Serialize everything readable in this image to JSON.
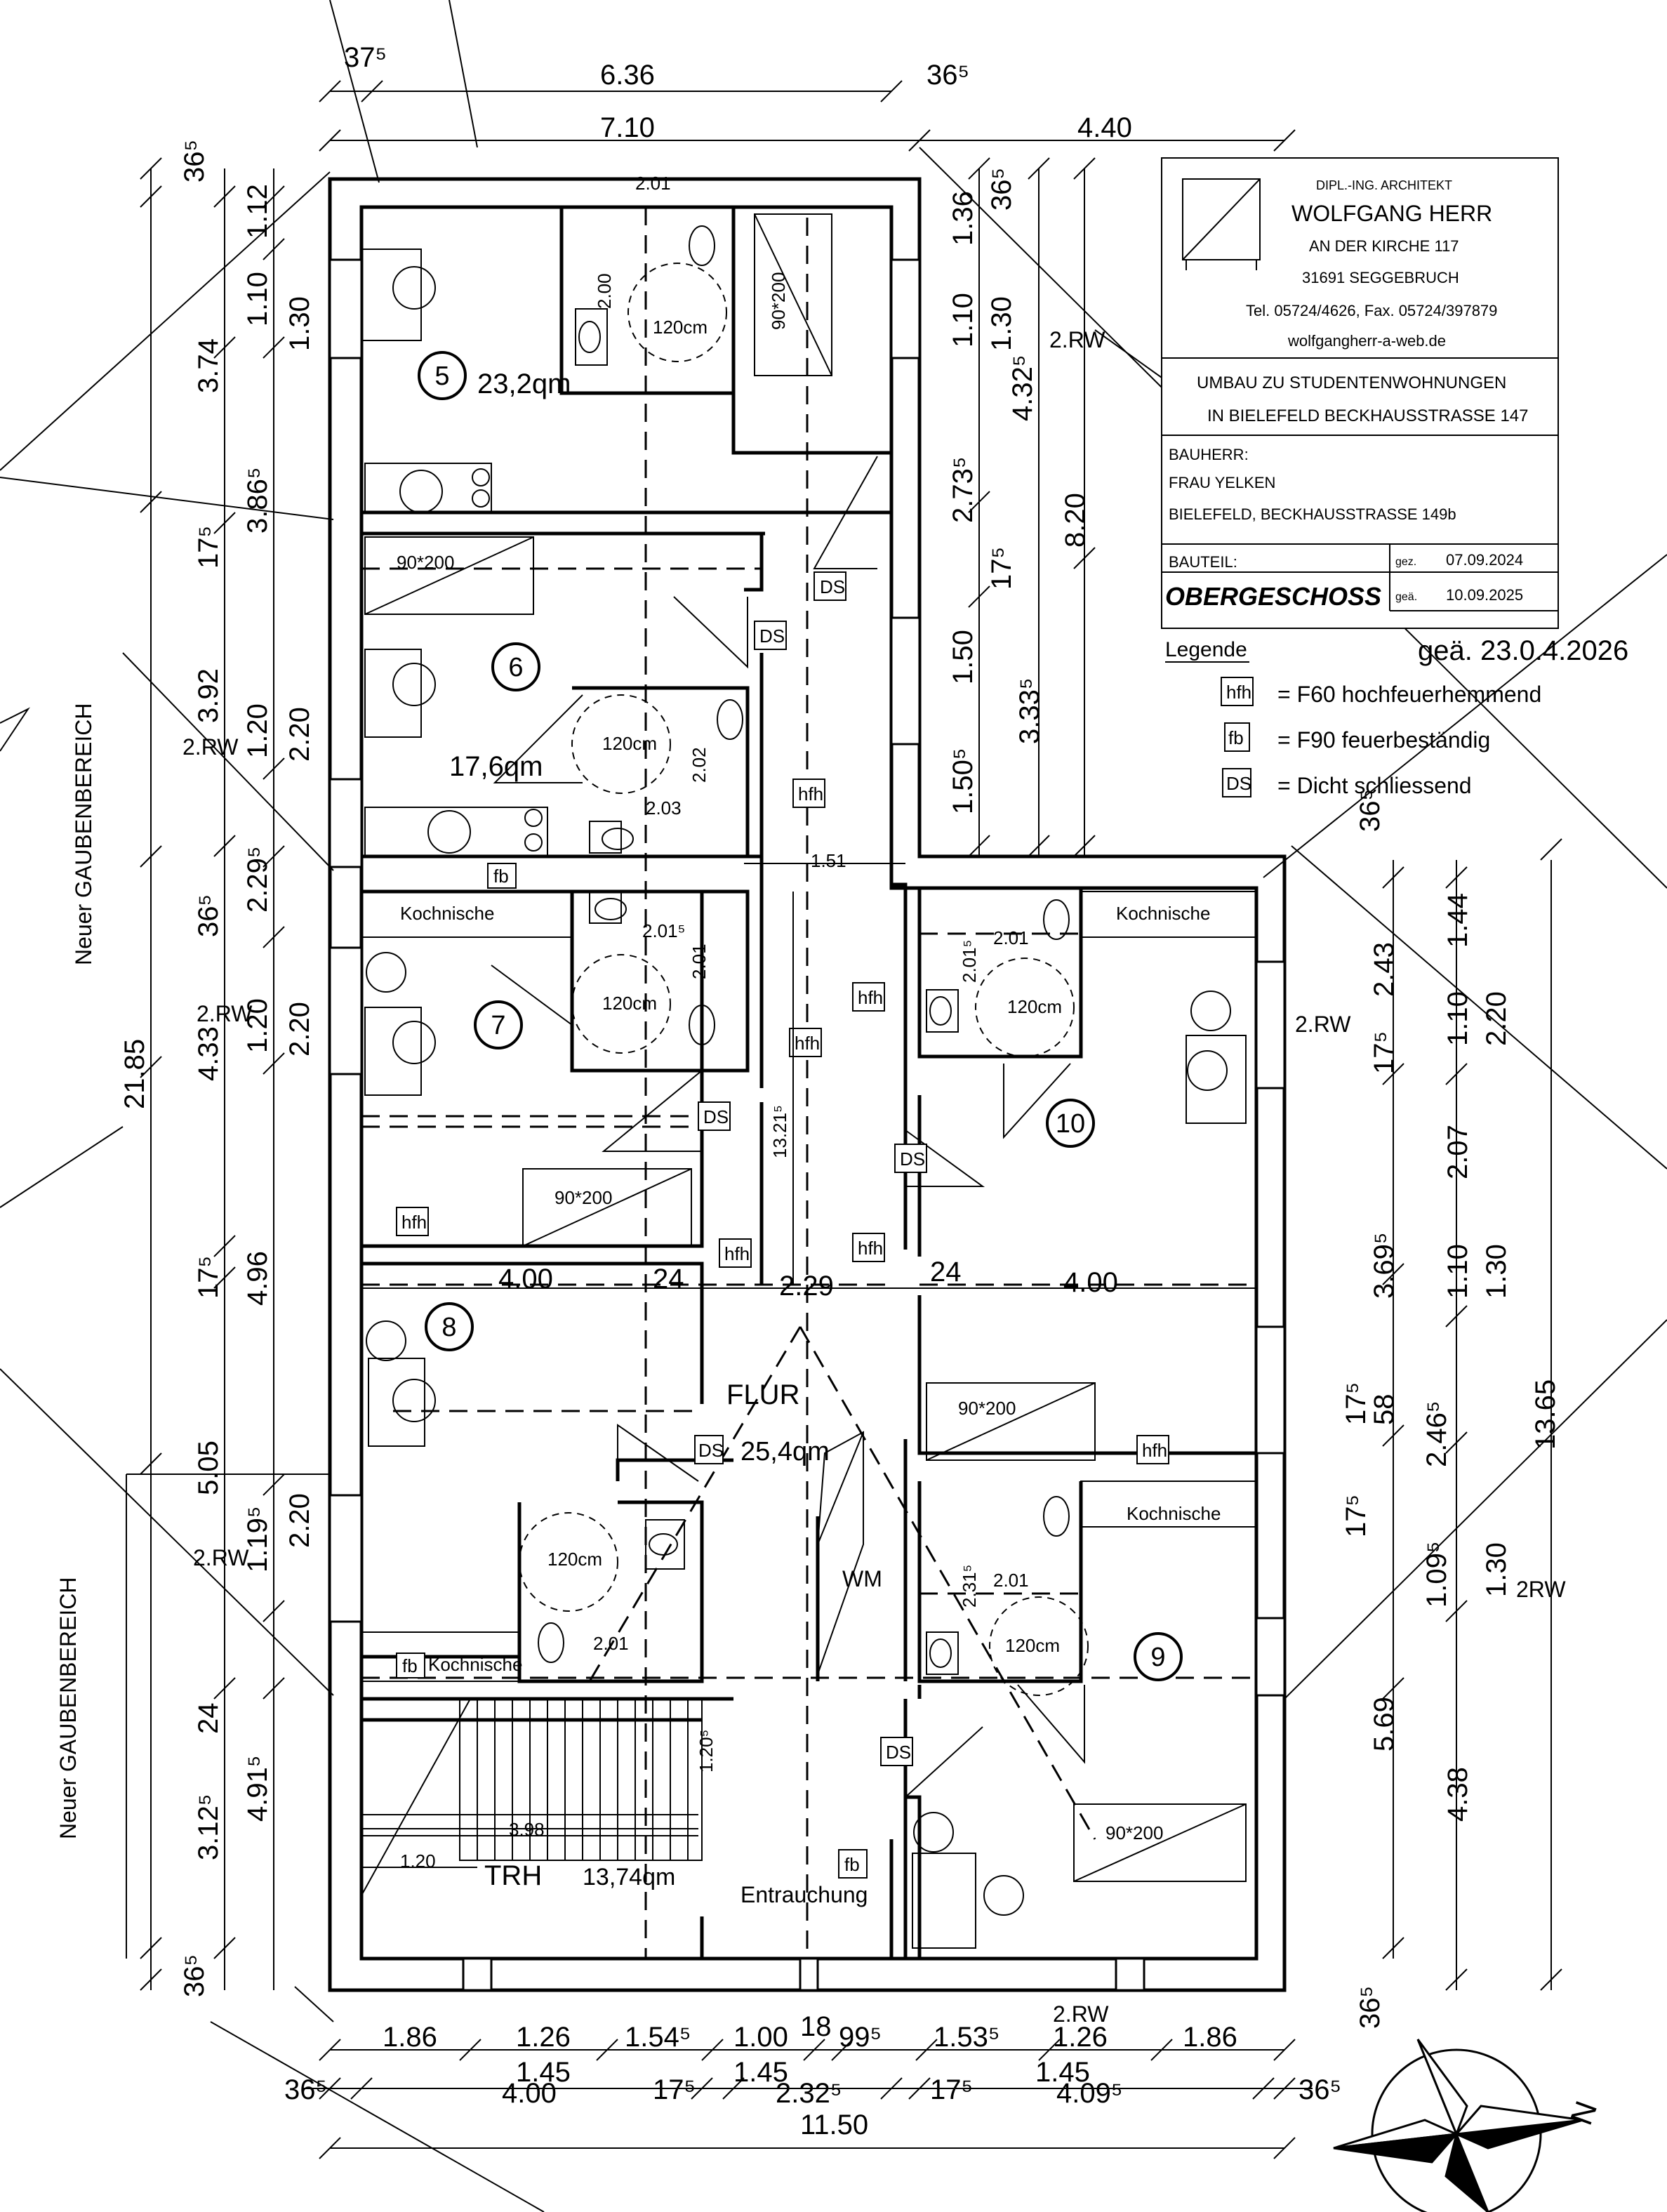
{
  "title_block": {
    "architect_title": "DIPL.-ING. ARCHITEKT",
    "architect_name": "WOLFGANG HERR",
    "street": "AN DER KIRCHE 117",
    "city": "31691 SEGGEBRUCH",
    "phone": "Tel. 05724/4626, Fax. 05724/397879",
    "web": "wolfgangherr-a-web.de",
    "project_line1": "UMBAU ZU STUDENTENWOHNUNGEN",
    "project_line2": "IN BIELEFELD BECKHAUSSTRASSE 147",
    "client_label": "BAUHERR:",
    "client_name": "FRAU YELKEN",
    "client_address": "BIELEFELD, BECKHAUSSTRASSE 149b",
    "section_label": "BAUTEIL:",
    "section_name": "OBERGESCHOSS",
    "gez_label": "gez.",
    "gez_date": "07.09.2024",
    "gea_label": "geä.",
    "gea_date": "10.09.2025"
  },
  "revision_note": "geä. 23.0.4.2026",
  "legend": {
    "title": "Legende",
    "items": [
      {
        "code": "hfh",
        "text": "= F60 hochfeuerhemmend"
      },
      {
        "code": "fb",
        "text": "= F90 feuerbeständig"
      },
      {
        "code": "DS",
        "text": "= Dicht schliessend"
      }
    ]
  },
  "rooms": {
    "r5": "5",
    "r5_area": "23,2qm",
    "r6": "6",
    "r6_area": "17,6qm",
    "r7": "7",
    "r8": "8",
    "r9": "9",
    "r10": "10",
    "flur": "FLUR",
    "flur_area": "25,4qm",
    "trh": "TRH",
    "trh_area": "13,74qm",
    "wm": "WM",
    "entrauchung": "Entrauchung",
    "kochnische": "Kochnische"
  },
  "side_labels": {
    "gauben_upper": "Neuer GAUBENBEREICH",
    "gauben_lower": "Neuer GAUBENBEREICH"
  },
  "labels": {
    "bed": "90*200",
    "shower": "120cm",
    "hfh": "hfh",
    "fb": "fb",
    "ds": "DS",
    "rw": "2.RW",
    "rw2": "2RW"
  },
  "dimensions": {
    "top": [
      "37⁵",
      "6.36",
      "36⁵",
      "7.10",
      "4.40"
    ],
    "bottom_row1": [
      "1.86",
      "1.26",
      "1.54⁵",
      "1.00",
      "18",
      "99⁵",
      "1.53⁵",
      "1.26",
      "1.86"
    ],
    "bottom_row2": [
      "36⁵",
      "1.45",
      "4.00",
      "17⁵",
      "1.45",
      "2.32⁵",
      "17⁵",
      "1.45",
      "4.09⁵",
      "36⁵"
    ],
    "bottom_total": "11.50",
    "left_outer": [
      "36⁵",
      "3.74",
      "3.92",
      "4.33",
      "5.05",
      "3.12⁵",
      "21.85",
      "36⁵"
    ],
    "left_inner": [
      "1.12",
      "1.10",
      "1.30",
      "3.86⁵",
      "17⁵",
      "1.20",
      "2.20",
      "2.29⁵",
      "36⁵",
      "1.20",
      "2.20",
      "4.96",
      "17⁵",
      "1.19⁵",
      "2.20",
      "24",
      "4.91⁵"
    ],
    "right": [
      "1.36",
      "36⁵",
      "1.10",
      "1.30",
      "4.32⁵",
      "8.20",
      "2.73⁵",
      "17⁵",
      "1.50",
      "3.33⁵",
      "1.50⁵",
      "36⁵",
      "1.44",
      "2.43",
      "1.10",
      "2.20",
      "17⁵",
      "2.07",
      "3.69⁵",
      "1.10",
      "1.30",
      "17⁵",
      "58",
      "2.46⁵",
      "13.65",
      "17⁵",
      "1.09⁵",
      "1.30",
      "5.69",
      "4.38",
      "36⁵"
    ],
    "interior": [
      "2.01",
      "2.00",
      "2.02",
      "2.03",
      "1.51",
      "2.01⁵",
      "2.01",
      "13.21⁵",
      "4.00",
      "24",
      "2.29",
      "24",
      "4.00",
      "2.01",
      "2.01",
      "2.01⁵",
      "2.31⁵",
      "2.01",
      "1.20⁵",
      "3.98",
      "1.20"
    ]
  }
}
